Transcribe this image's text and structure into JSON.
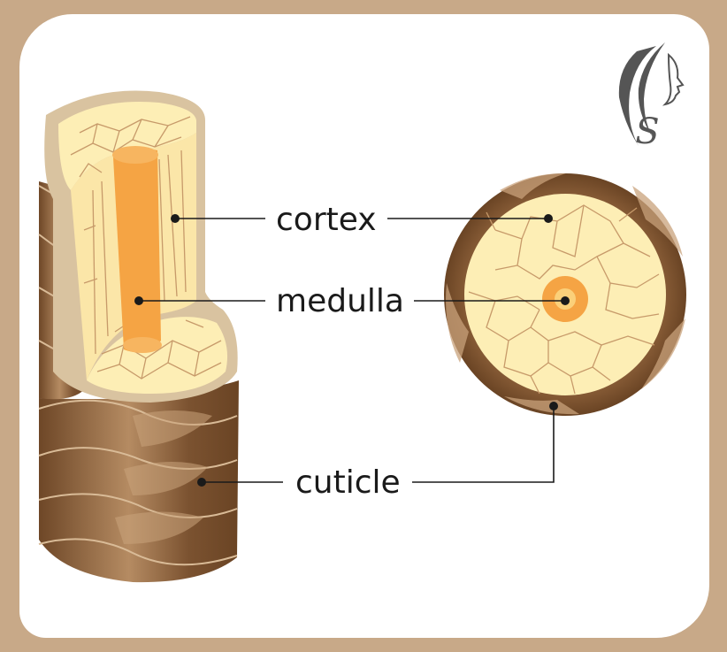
{
  "labels": {
    "cortex": "cortex",
    "medulla": "medulla",
    "cuticle": "cuticle"
  },
  "logo": {
    "text": "S"
  },
  "colors": {
    "frame": "#c8a988",
    "cortex": "#fdeeb5",
    "cortex_lines": "#c79a6a",
    "medulla": "#f5a444",
    "cuticle_dark": "#7b5230",
    "cuticle_light": "#c7a17a",
    "rim": "#d9c3a0"
  }
}
